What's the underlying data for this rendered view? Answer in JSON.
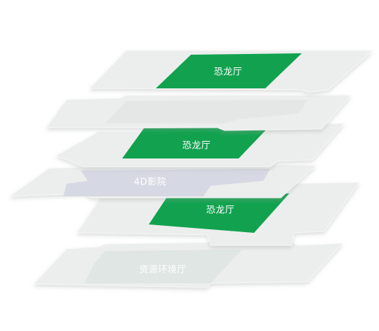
{
  "floors": [
    {
      "label": "恐龙厅",
      "zone_color": "#12a24f"
    },
    {
      "label": "恐龙厅",
      "zone_color": "#12a24f"
    },
    {
      "label": "4D影院",
      "zone_color": "#d6d9e3"
    },
    {
      "label": "恐龙厅",
      "zone_color": "#12a24f"
    },
    {
      "label": "资源环境厅",
      "zone_color": "#dfe6e3"
    }
  ],
  "colors": {
    "slab": "#eceeed",
    "slab_edge": "#f6f7f6",
    "zone_text": "#ffffff",
    "faint_zone": "#e4e7e6"
  }
}
